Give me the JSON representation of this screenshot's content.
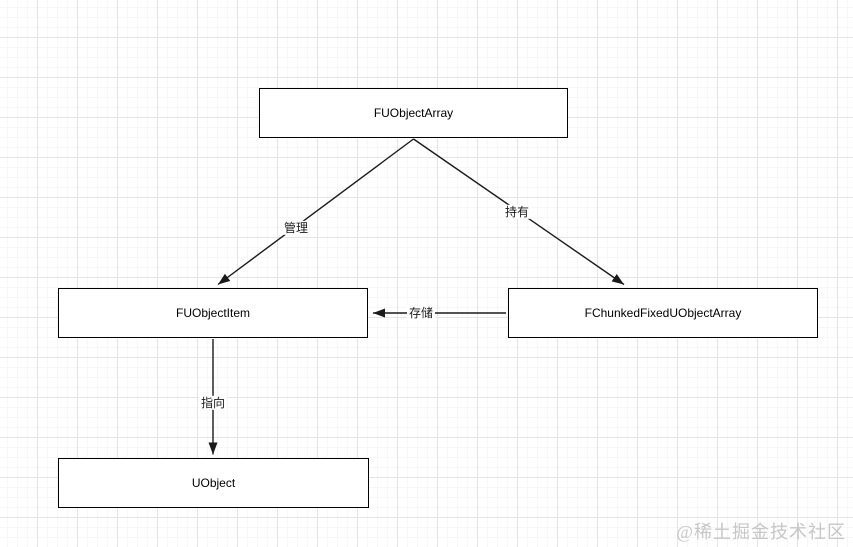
{
  "diagram": {
    "nodes": [
      {
        "id": "fuobjectarray",
        "label": "FUObjectArray"
      },
      {
        "id": "fuobjectitem",
        "label": "FUObjectItem"
      },
      {
        "id": "fchunkedfixeduobjectarray",
        "label": "FChunkedFixedUObjectArray"
      },
      {
        "id": "uobject",
        "label": "UObject"
      }
    ],
    "edges": [
      {
        "from": "FUObjectArray",
        "to": "FUObjectItem",
        "label": "管理"
      },
      {
        "from": "FUObjectArray",
        "to": "FChunkedFixedUObjectArray",
        "label": "持有"
      },
      {
        "from": "FChunkedFixedUObjectArray",
        "to": "FUObjectItem",
        "label": "存储"
      },
      {
        "from": "FUObjectItem",
        "to": "UObject",
        "label": "指向"
      }
    ]
  },
  "watermark": {
    "text": "@稀土掘金技术社区"
  },
  "colors": {
    "background": "#ffffff",
    "grid_major": "#e5e5e5",
    "grid_minor": "#f7f7f7",
    "node_fill": "#ffffff",
    "node_border": "#000000",
    "arrow": "#1a1a1a",
    "watermark": "#c6c6c6"
  }
}
